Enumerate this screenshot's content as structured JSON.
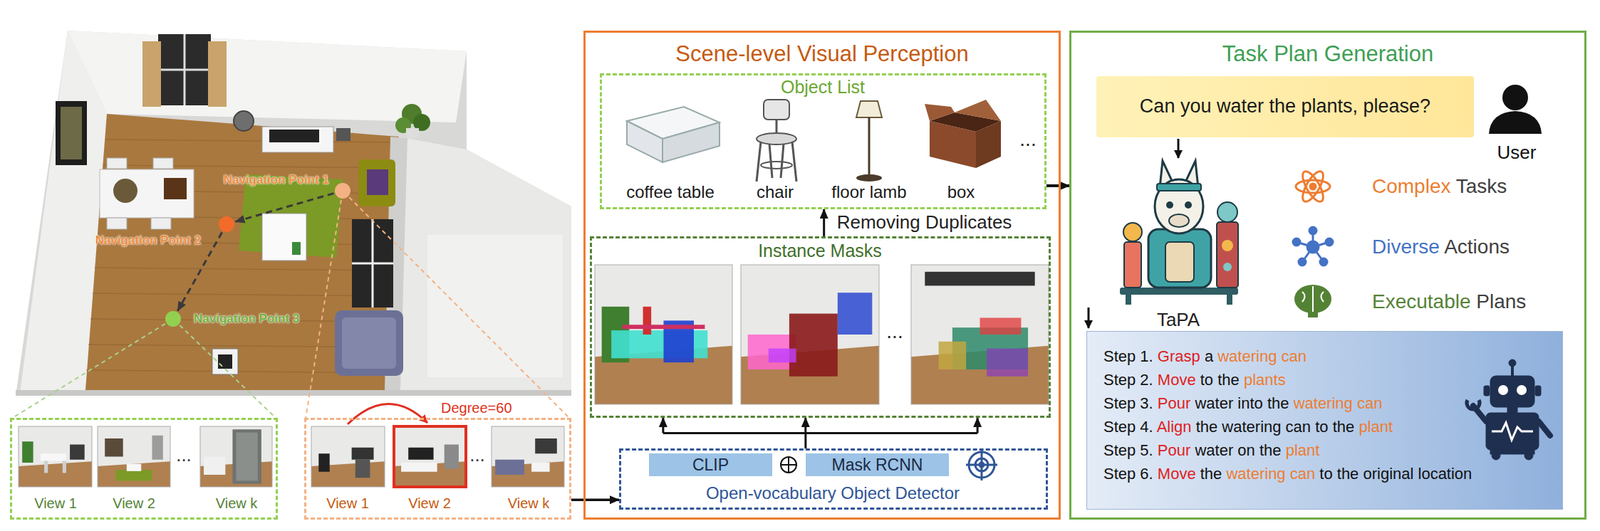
{
  "diagram": {
    "nodes": [
      {
        "text": [
          "Navigation Point 1"
        ]
      },
      {
        "text": [
          "Navigation Point 2"
        ]
      },
      {
        "text": [
          "Navigation Point 3"
        ]
      },
      {
        "text": [
          "View 1",
          "View 2",
          "...",
          "View k"
        ]
      },
      {
        "text": [
          "Degree=60",
          "View 1",
          "View 2",
          "...",
          "View k"
        ]
      },
      {
        "text": [
          "Scene-level Visual Perception"
        ]
      },
      {
        "text": [
          "Object List",
          "coffee table",
          "chair",
          "floor lamb",
          "box",
          "..."
        ],
        "in": 5
      },
      {
        "text": [
          "Instance Masks",
          "..."
        ],
        "in": 5
      },
      {
        "text": [
          "Open-vocabulary Object Detector"
        ],
        "in": 5
      },
      {
        "text": [
          "CLIP"
        ],
        "in": 8
      },
      {
        "text": [
          "Mask RCNN"
        ],
        "in": 8
      },
      {
        "text": [
          "Task Plan Generation"
        ]
      },
      {
        "text": [
          "Can you water the plants, please?"
        ],
        "in": 11
      },
      {
        "text": [
          "Step 1. Grasp a watering can",
          "Step 2. Move to the plants",
          "Step 3. Pour water into the watering can",
          "Step 4. Align the watering can to the plant",
          "Step 5. Pour water on the plant",
          "Step 6. Move the watering can to the original location"
        ],
        "in": 11
      }
    ],
    "edges": [
      {
        "from": 0,
        "to": 1,
        "arrow": "to"
      },
      {
        "from": 1,
        "to": 2,
        "arrow": "to"
      },
      {
        "from": 0,
        "to": 4,
        "arrow": "none"
      },
      {
        "from": 2,
        "to": 3,
        "arrow": "none"
      },
      {
        "from": 4,
        "to": 8,
        "arrow": "to"
      },
      {
        "from": 8,
        "to": 7,
        "arrow": "to"
      },
      {
        "from": 7,
        "to": 6,
        "label": "Removing Duplicates",
        "arrow": "to"
      },
      {
        "from": 6,
        "to": 11,
        "arrow": "to"
      }
    ],
    "labels": [
      "TaPA",
      "User",
      "Complex Tasks",
      "Diverse Actions",
      "Executable Plans"
    ]
  }
}
